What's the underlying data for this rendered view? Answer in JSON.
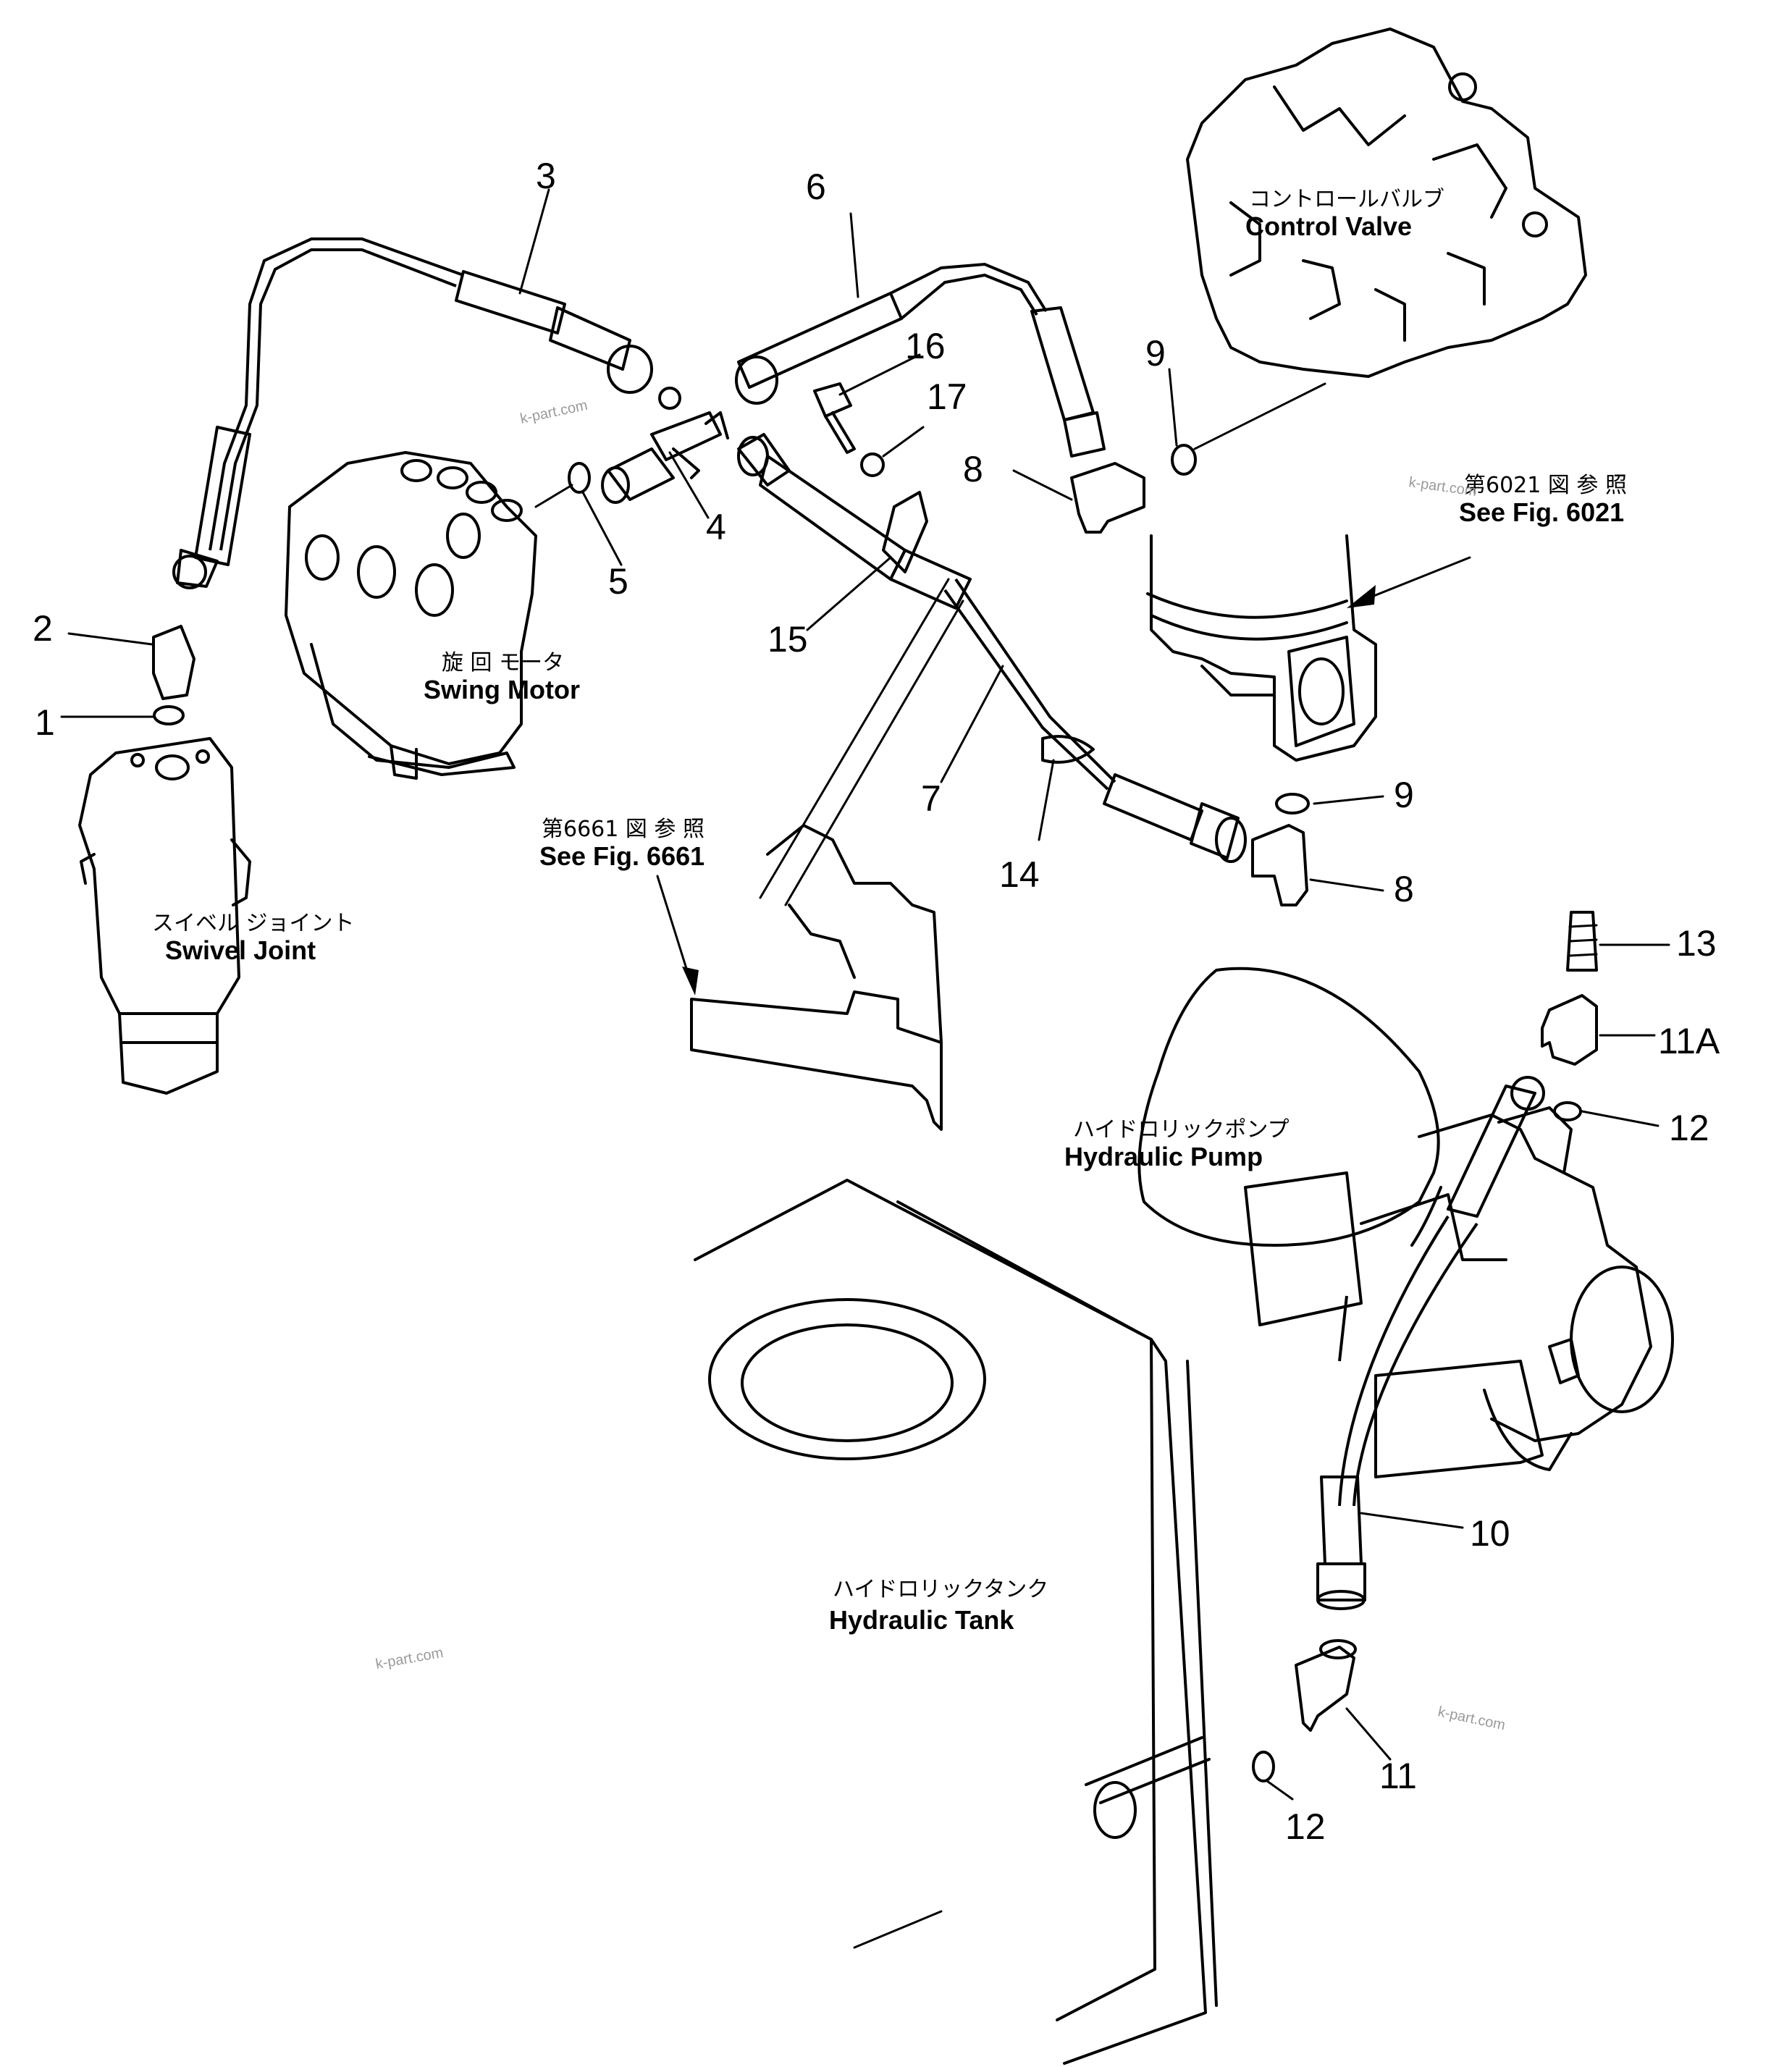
{
  "callouts": [
    "1",
    "2",
    "3",
    "4",
    "5",
    "6",
    "7",
    "8",
    "8",
    "9",
    "9",
    "10",
    "11",
    "11A",
    "12",
    "12",
    "13",
    "14",
    "15",
    "16",
    "17"
  ],
  "labels": {
    "control_valve_jp": "コントロールバルブ",
    "control_valve_en": "Control  Valve",
    "swing_motor_jp": "旋 回  モータ",
    "swing_motor_en": "Swing Motor",
    "swivel_joint_jp": "スイベル ジョイント",
    "swivel_joint_en": "Swivel  Joint",
    "ref_6021_jp": "第6021 図 参 照",
    "ref_6021_en": "See Fig. 6021",
    "ref_6661_jp": "第6661 図 参 照",
    "ref_6661_en": "See Fig. 6661",
    "hyd_pump_jp": "ハイドロリックポンプ",
    "hyd_pump_en": "Hydraulic  Pump",
    "hyd_tank_jp": "ハイドロリックタンク",
    "hyd_tank_en": "Hydraulic  Tank"
  },
  "watermarks": [
    "k-part.com",
    "k-part.com",
    "k-part.com",
    "k-part.com"
  ]
}
